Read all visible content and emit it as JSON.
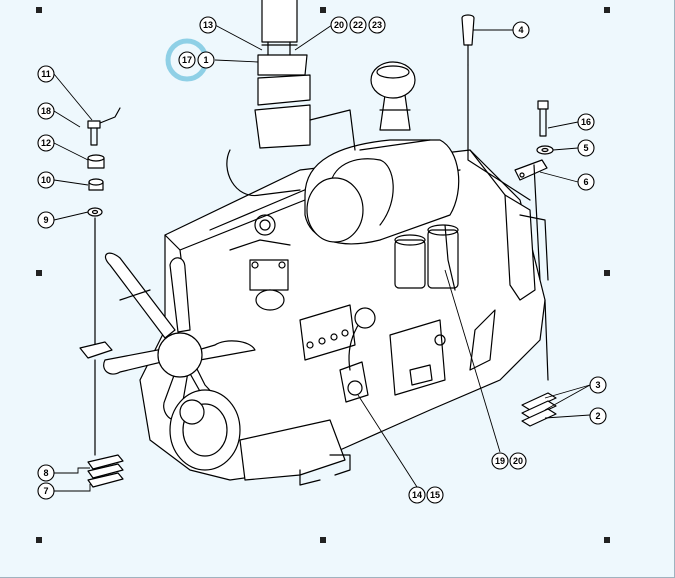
{
  "callouts": {
    "c1": "1",
    "c2": "2",
    "c3": "3",
    "c4": "4",
    "c5": "5",
    "c6": "6",
    "c7": "7",
    "c8": "8",
    "c9": "9",
    "c10": "10",
    "c11": "11",
    "c12": "12",
    "c13": "13",
    "c14": "14",
    "c15": "15",
    "c16": "16",
    "c17": "17",
    "c18": "18",
    "c19": "19",
    "c20": "20",
    "c20b": "20",
    "c22": "22",
    "c23": "23"
  },
  "selection": {
    "highlight_color": "#8fd0e6",
    "selected_callout": "17"
  },
  "colors": {
    "background": "#eef8fd",
    "line": "#000000"
  }
}
